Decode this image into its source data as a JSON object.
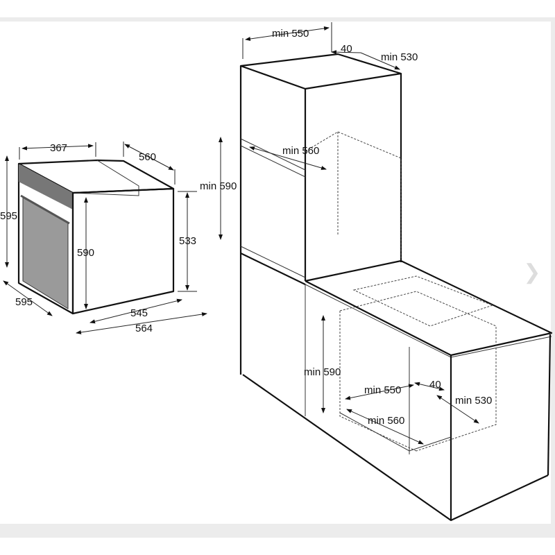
{
  "viewer": {
    "next_icon": "chevron-right-icon"
  },
  "oven": {
    "width_top": "367",
    "depth_top": "560",
    "height_front": "595",
    "height_inner": "590",
    "height_side": "533",
    "width_front": "595",
    "depth_body": "545",
    "depth_total": "564"
  },
  "tall_cabinet": {
    "top_width": "min 550",
    "gap": "40",
    "top_depth": "min 530",
    "inner_depth": "min 560",
    "height": "min 590"
  },
  "under_counter": {
    "height": "min 590",
    "width": "min 550",
    "gap": "40",
    "depth": "min 530",
    "inner_depth": "min 560"
  }
}
